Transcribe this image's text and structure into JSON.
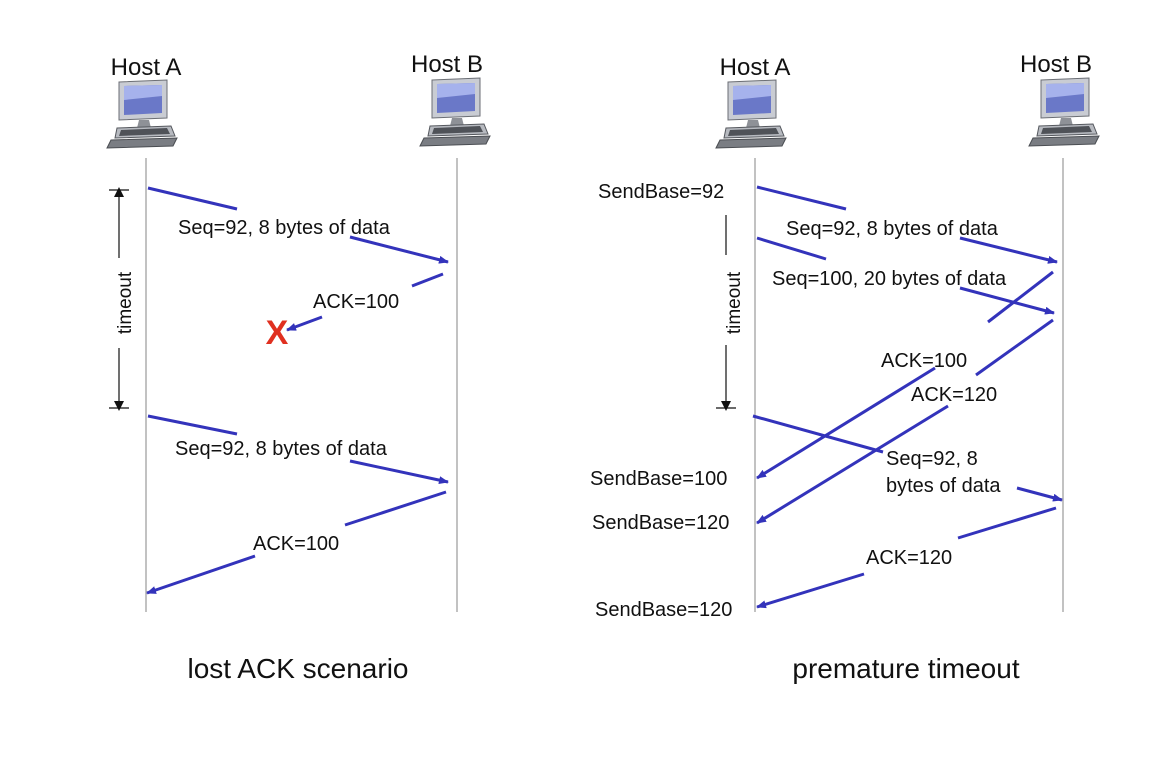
{
  "colors": {
    "arrow": "#3333bb",
    "lifeline": "#999999",
    "loss_mark": "#e03020",
    "text": "#111111"
  },
  "icons": {
    "host": "desktop-computer-icon",
    "loss": "x-mark-icon"
  },
  "left": {
    "host_a": "Host A",
    "host_b": "Host B",
    "msg1": "Seq=92, 8 bytes of data",
    "ack1": "ACK=100",
    "loss_mark": "X",
    "timeout": "timeout",
    "msg2": "Seq=92, 8 bytes of data",
    "ack2": "ACK=100",
    "caption": "lost ACK scenario"
  },
  "right": {
    "host_a": "Host A",
    "host_b": "Host B",
    "sendbase_1": "SendBase=92",
    "msg1": "Seq=92, 8 bytes of data",
    "msg2": "Seq=100, 20 bytes of data",
    "ack1": "ACK=100",
    "ack2": "ACK=120",
    "timeout": "timeout",
    "msg3_line1": "Seq=92,  8",
    "msg3_line2": "bytes of data",
    "sendbase_2": "SendBase=100",
    "sendbase_3": "SendBase=120",
    "ack3": "ACK=120",
    "sendbase_4": "SendBase=120",
    "caption": "premature timeout"
  }
}
